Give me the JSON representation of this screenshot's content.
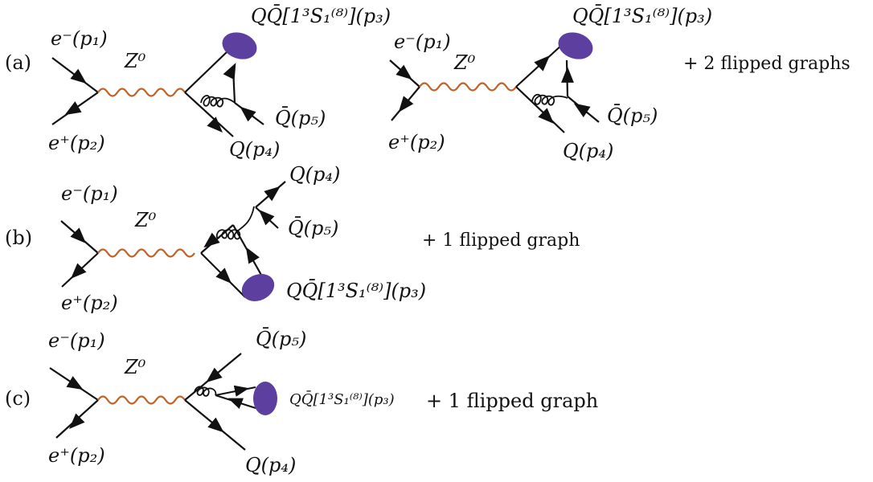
{
  "colors": {
    "line": "#111111",
    "boson": "#c0622a",
    "meson": "#5d3fa0"
  },
  "panels": {
    "a": {
      "tag": "(a)",
      "left": {
        "electron": "e⁻(p₁)",
        "positron": "e⁺(p₂)",
        "boson": "Z⁰",
        "quark": "Q(p₄)",
        "antiquark": "Q̄(p₅)",
        "meson": "QQ̄[1³S₁⁽⁸⁾](p₃)"
      },
      "right": {
        "electron": "e⁻(p₁)",
        "positron": "e⁺(p₂)",
        "boson": "Z⁰",
        "quark": "Q(p₄)",
        "antiquark": "Q̄(p₅)",
        "meson": "QQ̄[1³S₁⁽⁸⁾](p₃)"
      },
      "note": "+ 2 flipped graphs"
    },
    "b": {
      "tag": "(b)",
      "electron": "e⁻(p₁)",
      "positron": "e⁺(p₂)",
      "boson": "Z⁰",
      "quark": "Q(p₄)",
      "antiquark": "Q̄(p₅)",
      "meson": "QQ̄[1³S₁⁽⁸⁾](p₃)",
      "note": "+ 1 flipped graph"
    },
    "c": {
      "tag": "(c)",
      "electron": "e⁻(p₁)",
      "positron": "e⁺(p₂)",
      "boson": "Z⁰",
      "quark": "Q(p₄)",
      "antiquark": "Q̄(p₅)",
      "meson": "QQ̄[1³S₁⁽⁸⁾](p₃)",
      "note": "+ 1 flipped graph"
    }
  }
}
